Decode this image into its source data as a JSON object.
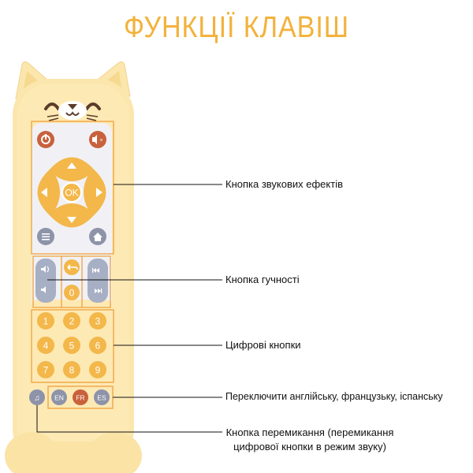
{
  "title": "ФУНКЦІЇ КЛАВІШ",
  "colors": {
    "body": "#fbe6ad",
    "body_shade": "#f5d68a",
    "panel": "#f1f1f5",
    "orange_button": "#f3b74a",
    "red_button": "#c8613c",
    "gray_button": "#8d93a8",
    "callout": "#f0a23c"
  },
  "keys": {
    "ok": "OK",
    "zero": "0",
    "digits": [
      "1",
      "2",
      "3",
      "4",
      "5",
      "6",
      "7",
      "8",
      "9"
    ],
    "languages": [
      "EN",
      "FR",
      "ES"
    ]
  },
  "labels": {
    "sound_effects": "Кнопка звукових ефектів",
    "volume": "Кнопка гучності",
    "digit_keys": "Цифрові кнопки",
    "language_switch": "Переключити англійську, французьку, іспанську",
    "mode_switch": "Кнопка перемикання (перемикання цифрової кнопки в режим звуку)"
  }
}
